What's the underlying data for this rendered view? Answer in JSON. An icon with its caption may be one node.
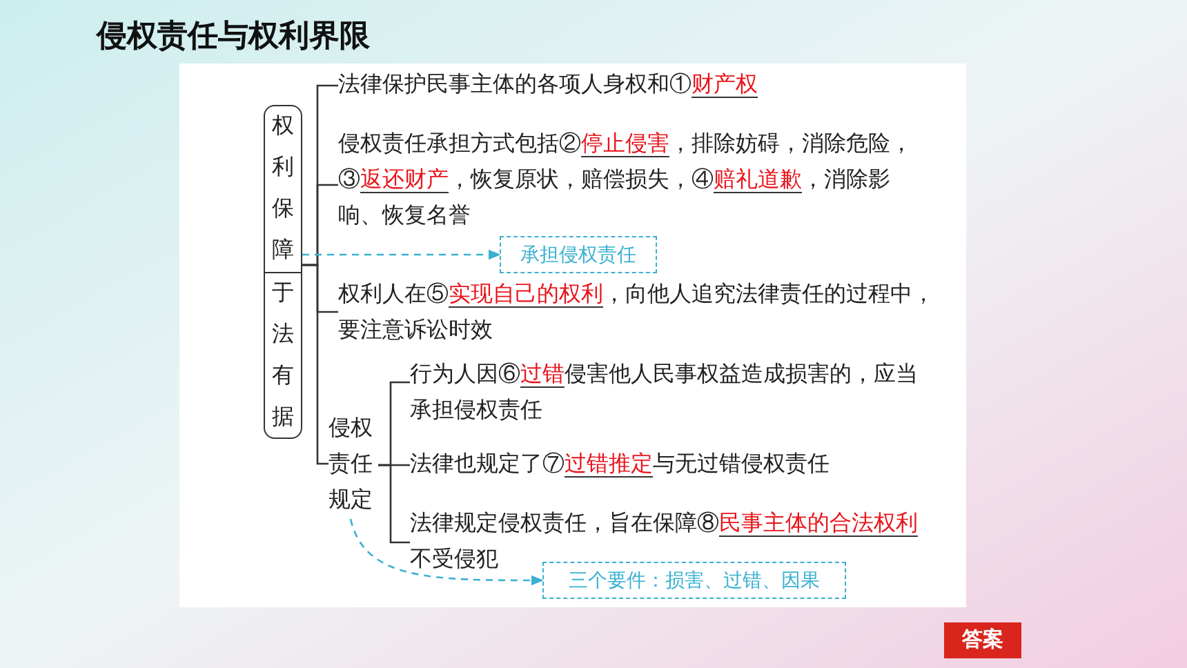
{
  "diagram": {
    "title": "侵权责任与权利界限",
    "nodes": [
      {
        "text": [
          "权利保障",
          "于法有据"
        ]
      },
      {
        "text": [
          "法律保护民事主体的各项人身权和①",
          "财产权"
        ]
      },
      {
        "text": [
          "侵权责任承担方式包括②",
          "停止侵害",
          "，排除妨碍，消除危险，③",
          "返还财产",
          "，恢复原状，赔偿损失，④",
          "赔礼道歉",
          "，消除影响、恢复名誉"
        ]
      },
      {
        "text": [
          "承担侵权责任"
        ]
      },
      {
        "text": [
          "权利人在⑤",
          "实现自己的权利",
          "，向他人追究法律责任的过程中，要注意诉讼时效"
        ]
      },
      {
        "text": [
          "侵权责任规定"
        ]
      },
      {
        "text": [
          "行为人因⑥",
          "过错",
          "侵害他人民事权益造成损害的，应当承担侵权责任"
        ]
      },
      {
        "text": [
          "法律也规定了⑦",
          "过错推定",
          "与无过错侵权责任"
        ]
      },
      {
        "text": [
          "法律规定侵权责任，旨在保障⑧",
          "民事主体的合法权利",
          "不受侵犯"
        ]
      },
      {
        "text": [
          "三个要件：损害、过错、因果"
        ]
      }
    ],
    "edges": [
      {
        "from": 0,
        "to": 1,
        "arrow": "none"
      },
      {
        "from": 0,
        "to": 2,
        "arrow": "none"
      },
      {
        "from": 0,
        "to": 4,
        "arrow": "none"
      },
      {
        "from": 0,
        "to": 5,
        "arrow": "none"
      },
      {
        "from": 5,
        "to": 6,
        "arrow": "none"
      },
      {
        "from": 5,
        "to": 7,
        "arrow": "none"
      },
      {
        "from": 5,
        "to": 8,
        "arrow": "none"
      },
      {
        "from": 0,
        "to": 3,
        "arrow": "to",
        "style": "dashed",
        "color": "#3ab0d2"
      },
      {
        "from": 5,
        "to": 9,
        "arrow": "to",
        "style": "dashed",
        "color": "#3ab0d2"
      }
    ],
    "labels": [
      "答案"
    ]
  }
}
